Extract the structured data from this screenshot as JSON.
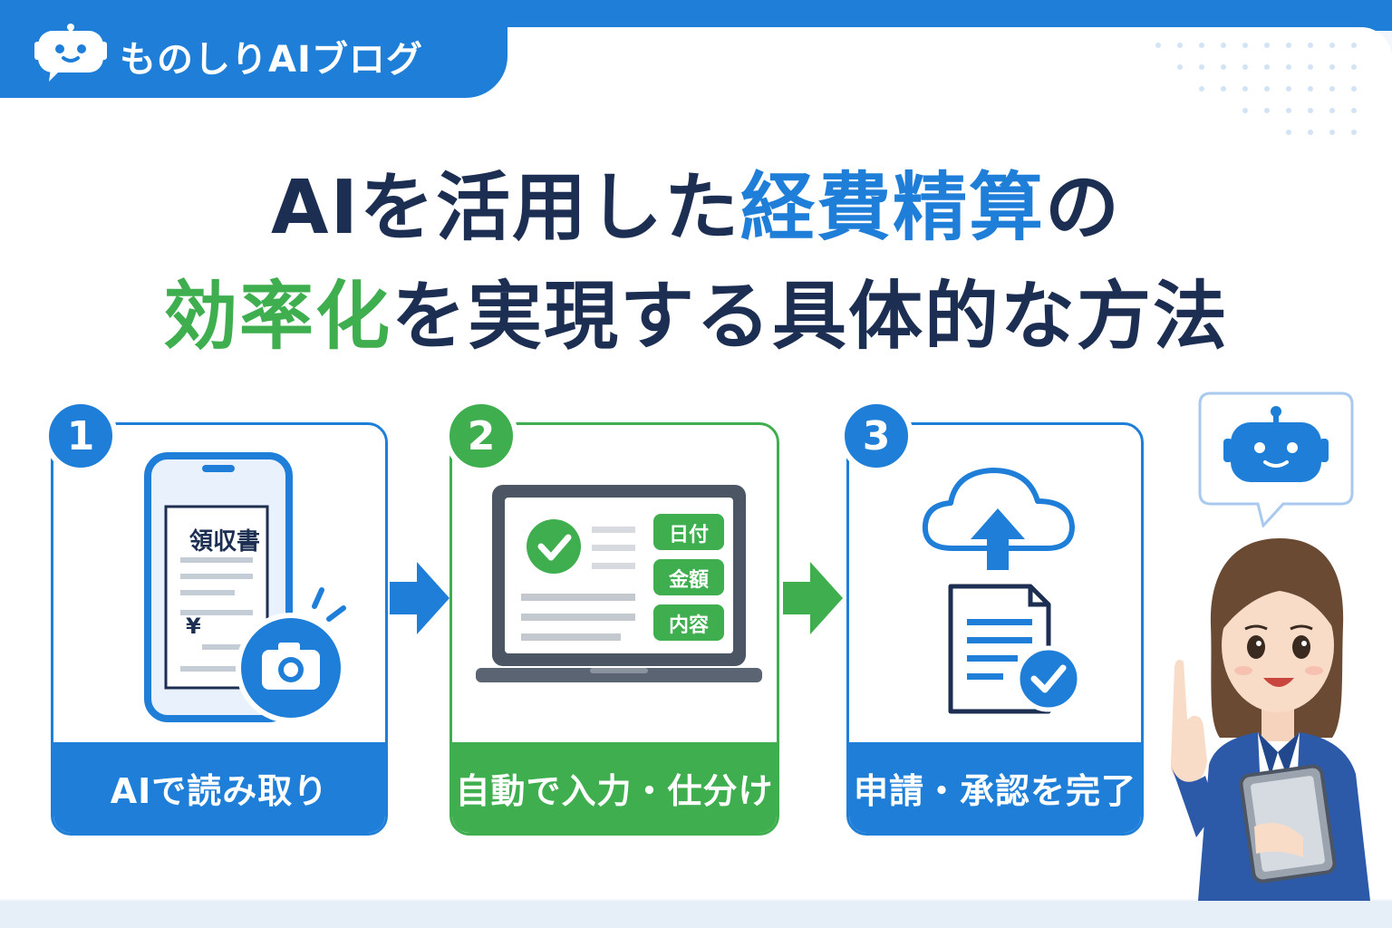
{
  "brand": {
    "name": "ものしりAIブログ",
    "logo_icon": "robot-chat-icon"
  },
  "title": {
    "line1": {
      "pre": "AIを活用した",
      "highlight": "経費精算",
      "post": "の"
    },
    "line2": {
      "highlight": "効率化",
      "post": "を実現する具体的な方法"
    }
  },
  "colors": {
    "blue": "#1f7fd8",
    "green": "#3fae4f",
    "navy": "#1c2f52"
  },
  "steps": [
    {
      "number": "1",
      "caption": "AIで読み取り",
      "receipt_title": "領収書",
      "yen": "¥",
      "icon": "smartphone-camera-icon"
    },
    {
      "number": "2",
      "caption": "自動で入力・仕分け",
      "tags": [
        "日付",
        "金額",
        "内容"
      ],
      "icon": "laptop-check-icon"
    },
    {
      "number": "3",
      "caption": "申請・承認を完了",
      "icon": "cloud-upload-document-icon"
    }
  ]
}
